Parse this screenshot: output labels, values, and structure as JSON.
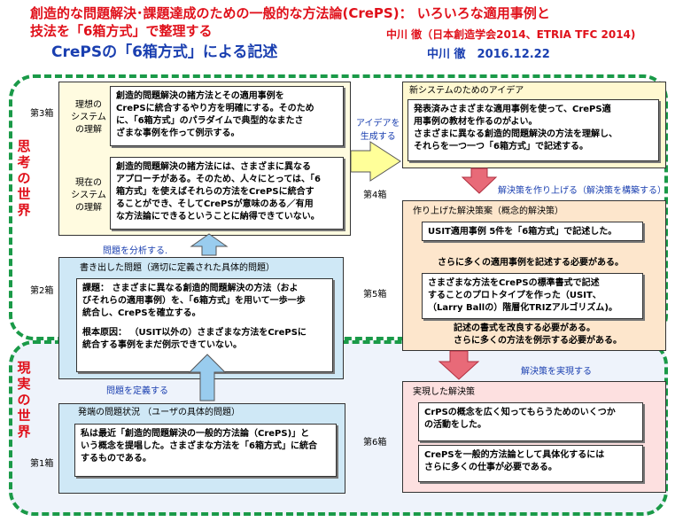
{
  "header": {
    "title_line1": "創造的な問題解決･課題達成のための一般的な方法論(CrePS)：  いろいろな適用事例と",
    "title_line2": "技法を「6箱方式」で整理する",
    "author_line": "中川 徹（日本創造学会2014、ETRIA TFC 2014)",
    "subtitle": "CrePSの「6箱方式」による記述",
    "author_date": "中川 徹　2016.12.22"
  },
  "worlds": {
    "thinking": "思考の世界",
    "reality": "現実の世界"
  },
  "boxes": {
    "box3": {
      "label": "第3箱",
      "ideal_label": "理想の\nシステム\nの理解",
      "ideal_text": "創造的問題解決の諸方法とその適用事例を\nCrePSに統合するやり方を明確にする。そのため\nに、「6箱方式」のパラダイムで典型的なまたさ\nざまな事例を作って例示する。",
      "current_label": "現在の\nシステム\nの理解",
      "current_text": "創造的問題解決の諸方法には、さまざまに異なる\nアプローチがある。そのため、人々にとっては、「6\n箱方式」を使えばそれらの方法をCrePSに統合す\nることができ、そしてCrePSが意味のある／有用\nな方法論にできるということに納得できていない。"
    },
    "box4": {
      "label": "第4箱",
      "title": "新システムのためのアイデア",
      "text": "発表済みさまざまな適用事例を使って、CrePS適\n用事例の教材を作るのがよい。\nさまざまに異なる創造的問題解決の方法を理解し、\nそれらを一つ一つ「6箱方式」で記述する。"
    },
    "box2": {
      "label": "第2箱",
      "title": "書き出した問題（適切に定義された具体的問題）",
      "issue": "課題： さまざまに異なる創造的問題解決の方法（およ\nびそれらの適用事例）を、「6箱方式」を用いて一歩一歩\n統合し、CrePSを確立する。",
      "cause": "根本原因： （USIT以外の）さまざまな方法をCrePSに\n統合する事例をまだ例示できていない。"
    },
    "box5": {
      "label": "第5箱",
      "title": "作り上げた解決策案（概念的解決策）",
      "item1": "USIT適用事例 5件を「6箱方式」で記述した。",
      "note1": "さらに多くの適用事例を記述する必要がある。",
      "item2": "さまざまな方法をCrePSの標準書式で記述\nすることのプロトタイプを作った（USIT、\n（Larry Ballの）階層化TRIZアルゴリズム)。",
      "note2": "記述の書式を改良する必要がある。\nさらに多くの方法を例示する必要がある。"
    },
    "box1": {
      "label": "第1箱",
      "title": "発端の問題状況 （ユーザの具体的問題）",
      "text": "私は最近「創造的問題解決の一般的方法論（CrePS)」と\nいう概念を提唱した。さまざまな方法を「6箱方式」に統合\nするものである。"
    },
    "box6": {
      "label": "第6箱",
      "title": "実現した解決策",
      "item1": "CrPSの概念を広く知ってもらうためのいくつか\nの活動をした。",
      "item2": "CrePSを一般的方法論として具体化するには\nさらに多くの仕事が必要である。"
    }
  },
  "arrows": {
    "generate": "アイデアを\n生成する",
    "build": "解決策を作り上げる（解決策を構築する）",
    "analyze": "問題を分析する.",
    "define": "問題を定義する",
    "implement": "解決策を実現する"
  },
  "colors": {
    "title_red": "#e0101a",
    "subtitle_blue": "#1a3fb0",
    "world_green": "#1a9a48",
    "box3_fill": "#fffbe0",
    "box4_fill": "#fff8d0",
    "box2_fill": "#cfe8f6",
    "box5_fill": "#fde6cc",
    "box1_fill": "#cfe8f6",
    "box6_fill": "#fde0e0",
    "arrow_yellow": "#ffff99",
    "arrow_blue": "#99ccee",
    "arrow_red": "#e86a78"
  }
}
